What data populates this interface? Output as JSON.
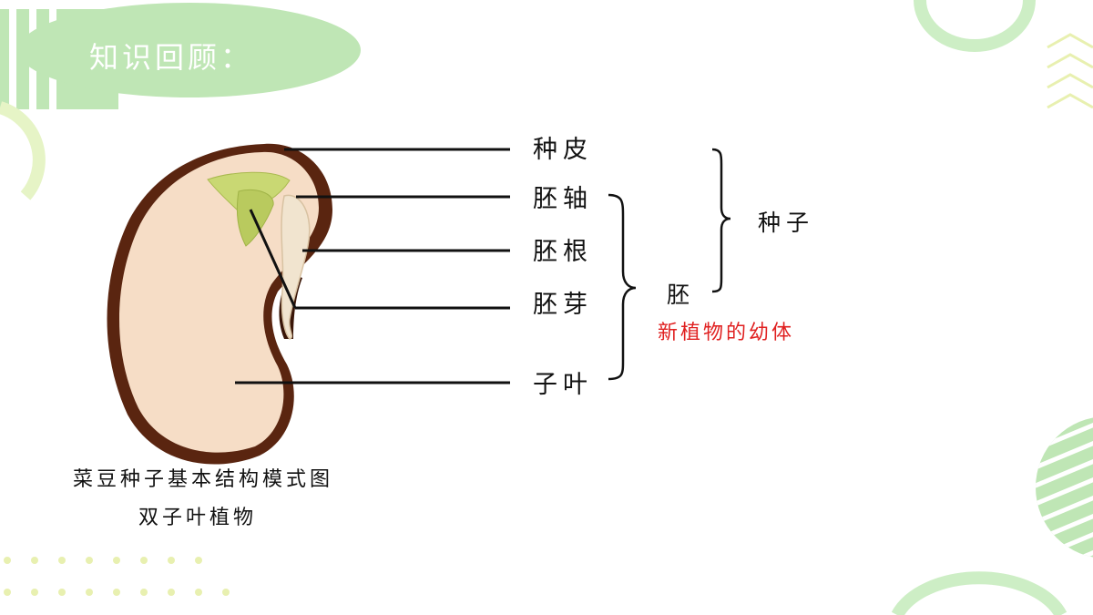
{
  "header": {
    "title": "知识回顾："
  },
  "labels": {
    "seed_coat": "种皮",
    "hypocotyl": "胚轴",
    "radicle": "胚根",
    "plumule": "胚芽",
    "cotyledon": "子叶",
    "seed": "种子",
    "embryo": "胚"
  },
  "note": "新植物的幼体",
  "caption": {
    "line1": "菜豆种子基本结构模式图",
    "line2": "双子叶植物"
  },
  "colors": {
    "accent_green": "#bfe6b5",
    "seed_coat": "#5a2510",
    "seed_flesh": "#f6ddc6",
    "plumule_green": "#c9d873",
    "note_red": "#e02020"
  }
}
